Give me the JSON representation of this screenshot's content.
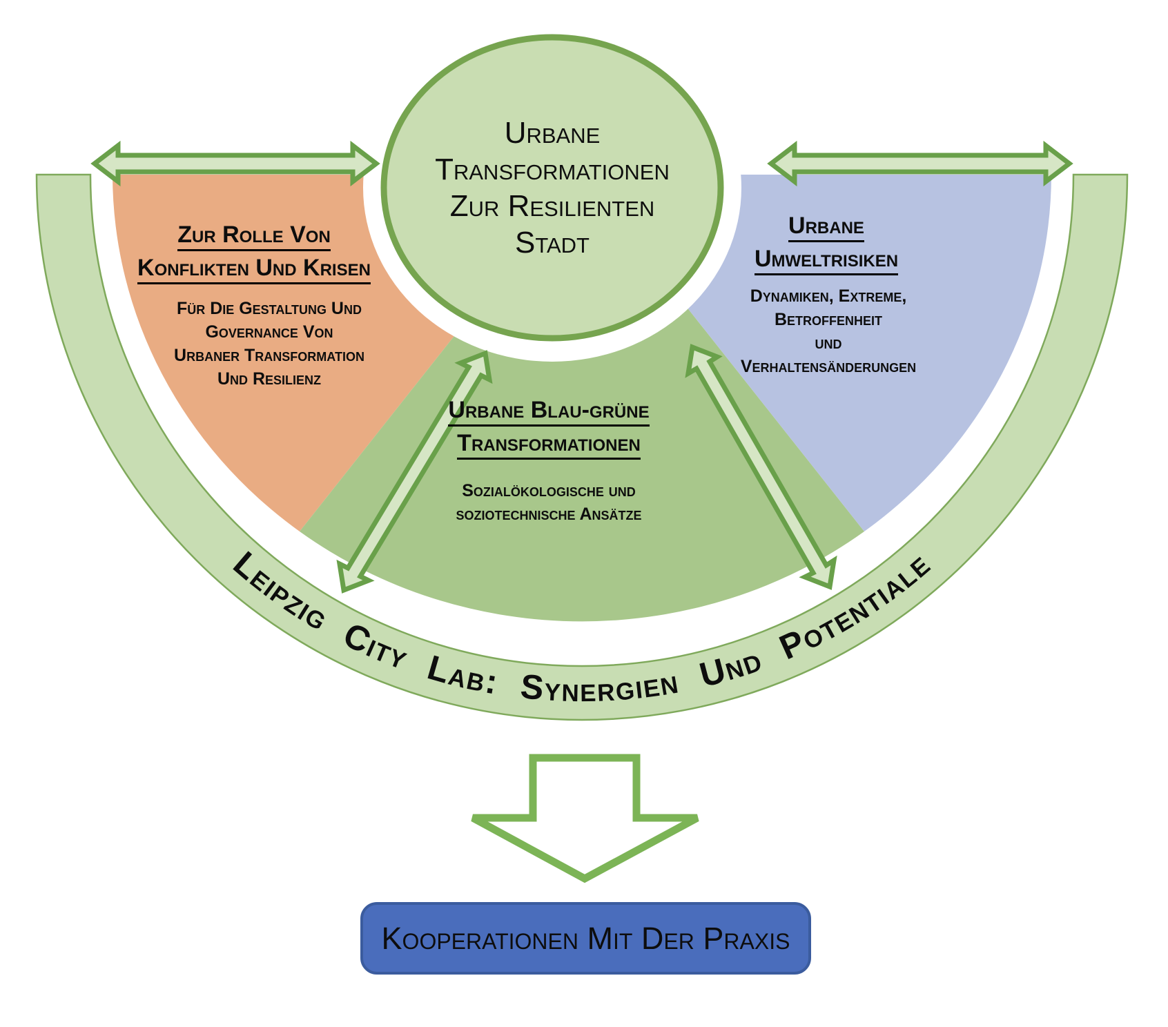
{
  "diagram": {
    "center_circle": {
      "lines": [
        "Urbane",
        "Transformationen",
        "Zur Resilienten",
        "Stadt"
      ],
      "fill": "#C9DDB2",
      "border": "#76A44F"
    },
    "wedge_left": {
      "heading_lines": [
        "Zur Rolle Von",
        "Konflikten Und Krisen"
      ],
      "body_lines": [
        "Für Die Gestaltung Und",
        "Governance Von",
        "Urbaner Transformation",
        "Und Resilienz"
      ],
      "fill": "#E9AC83"
    },
    "wedge_middle": {
      "heading_lines": [
        "Urbane Blau-grüne",
        "Transformationen"
      ],
      "body_lines": [
        "Sozialökologische und",
        "soziotechnische Ansätze"
      ],
      "fill": "#A8C78B"
    },
    "wedge_right": {
      "heading_lines": [
        "Urbane",
        "Umweltrisiken"
      ],
      "body_lines": [
        "Dynamiken, Extreme,",
        "Betroffenheit",
        "und",
        "Verhaltensänderungen"
      ],
      "fill": "#B7C2E1"
    },
    "outer_band": {
      "label": "Leipzig City Lab: Synergien Und Potentiale",
      "fill": "#C8DDB3",
      "border": "#7FA95B"
    },
    "connector_arrows": {
      "fill": "#D6E6C5",
      "stroke": "#69A04A"
    },
    "down_arrow": {
      "fill": "#FFFFFF",
      "stroke": "#7CB456"
    },
    "footer_box": {
      "label": "Kooperationen Mit Der Praxis",
      "fill": "#4A6DBC",
      "border": "#3B5C9E"
    }
  }
}
